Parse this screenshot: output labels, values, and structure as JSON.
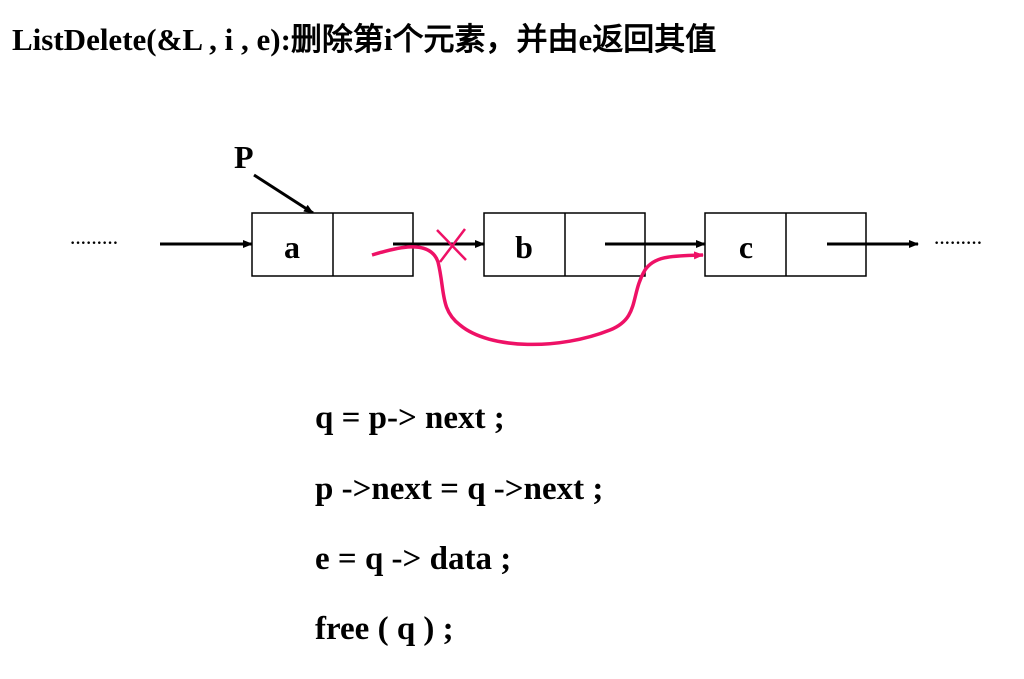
{
  "title": "ListDelete(&L , i , e):删除第i个元素，并由e返回其值",
  "diagram": {
    "pointer_label": "P",
    "nodes": [
      {
        "data": "a"
      },
      {
        "data": "b"
      },
      {
        "data": "c"
      }
    ],
    "left_ellipsis": "·········",
    "right_ellipsis": "·········",
    "accent_color": "#ee1166"
  },
  "code": [
    "q = p-> next ;",
    "p ->next = q ->next ;",
    "e = q -> data ;",
    "free ( q ) ;"
  ]
}
